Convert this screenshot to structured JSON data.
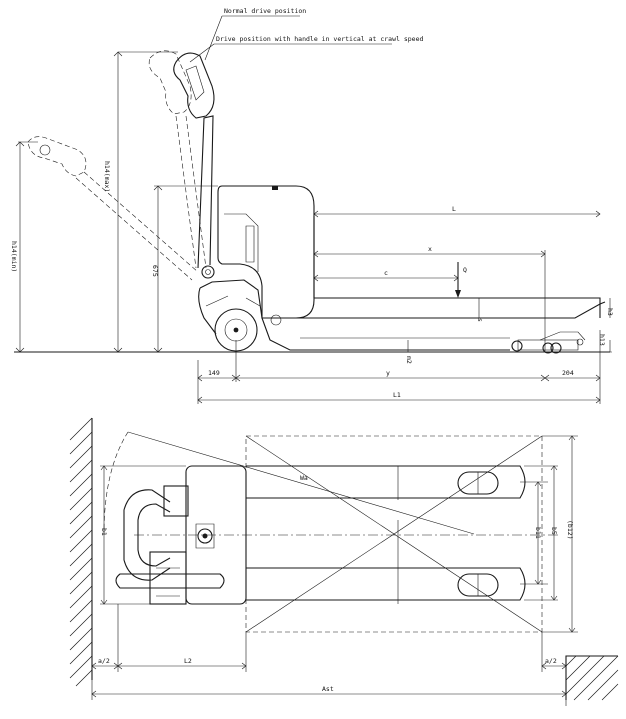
{
  "side_view": {
    "callouts": {
      "normal_drive": "Normal drive position",
      "crawl_speed": "Drive position with handle in vertical at crawl speed"
    },
    "dimensions": {
      "L": "L",
      "x": "x",
      "c": "c",
      "Q": "Q",
      "h14_max": "h14(max)",
      "h14_min": "h14(min)",
      "d675": "675",
      "h13": "h13",
      "s": "s",
      "h3": "h3",
      "m2": "m2",
      "d149": "149",
      "y": "y",
      "d204": "204",
      "L1": "L1"
    }
  },
  "top_view": {
    "dimensions": {
      "b1": "b1",
      "b11": "b11",
      "b5": "b5",
      "b12": "(b12)",
      "Wa": "Wa",
      "a2_left": "a/2",
      "L2": "L2",
      "a2_right": "a/2",
      "Ast": "Ast"
    }
  }
}
